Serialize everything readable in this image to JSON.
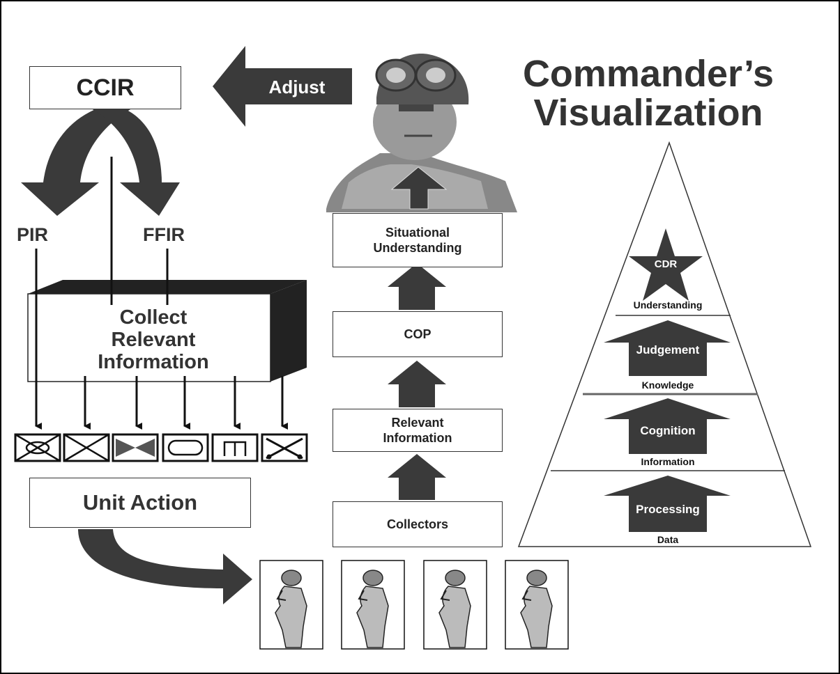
{
  "title": {
    "line1": "Commander’s",
    "line2": "Visualization"
  },
  "ccir": "CCIR",
  "adjust": "Adjust",
  "pir": "PIR",
  "ffir": "FFIR",
  "collect": {
    "line1": "Collect",
    "line2": "Relevant",
    "line3": "Information"
  },
  "unit_action": "Unit Action",
  "ladder": {
    "situational": {
      "line1": "Situational",
      "line2": "Understanding"
    },
    "cop": "COP",
    "relevant": {
      "line1": "Relevant",
      "line2": "Information"
    },
    "collectors": "Collectors"
  },
  "pyramid": {
    "star": "CDR",
    "levels": [
      {
        "label": "Understanding",
        "process": ""
      },
      {
        "label": "Knowledge",
        "process": "Judgement"
      },
      {
        "label": "Information",
        "process": "Cognition"
      },
      {
        "label": "Data",
        "process": "Processing"
      }
    ]
  },
  "unit_symbols": [
    {
      "name": "infantry-icon"
    },
    {
      "name": "infantry-icon"
    },
    {
      "name": "armor-unit-icon"
    },
    {
      "name": "armored-recon-icon"
    },
    {
      "name": "engineer-icon"
    },
    {
      "name": "signal-unit-icon"
    }
  ],
  "soldiers": [
    {
      "name": "soldier-radio-icon"
    },
    {
      "name": "soldier-radio-icon"
    },
    {
      "name": "soldier-radio-icon"
    },
    {
      "name": "soldier-radio-icon"
    }
  ],
  "colors": {
    "arrow": "#3a3a3a",
    "text": "#333333",
    "border": "#000000"
  }
}
